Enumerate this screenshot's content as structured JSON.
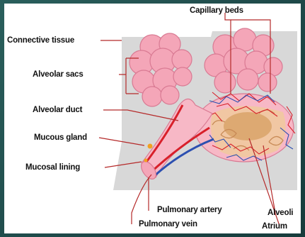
{
  "diagram": {
    "labels": {
      "capillary_beds": "Capillary beds",
      "connective_tissue": "Connective tissue",
      "alveolar_sacs": "Alveolar sacs",
      "alveolar_duct": "Alveolar duct",
      "mucous_gland": "Mucous gland",
      "mucosal_lining": "Mucosal lining",
      "pulmonary_artery": "Pulmonary artery",
      "pulmonary_vein": "Pulmonary vein",
      "alveoli": "Alveoli",
      "atrium": "Atrium"
    },
    "colors": {
      "background": "#1f4a4a",
      "alveolus_pink": "#f4a6b8",
      "alveolus_outline": "#d97a93",
      "artery_red": "#d8202a",
      "vein_blue": "#2c4fb0",
      "connective_grey": "#d6d6d6",
      "atrium_tan": "#d9a36a",
      "gland_orange": "#f2a022"
    }
  }
}
